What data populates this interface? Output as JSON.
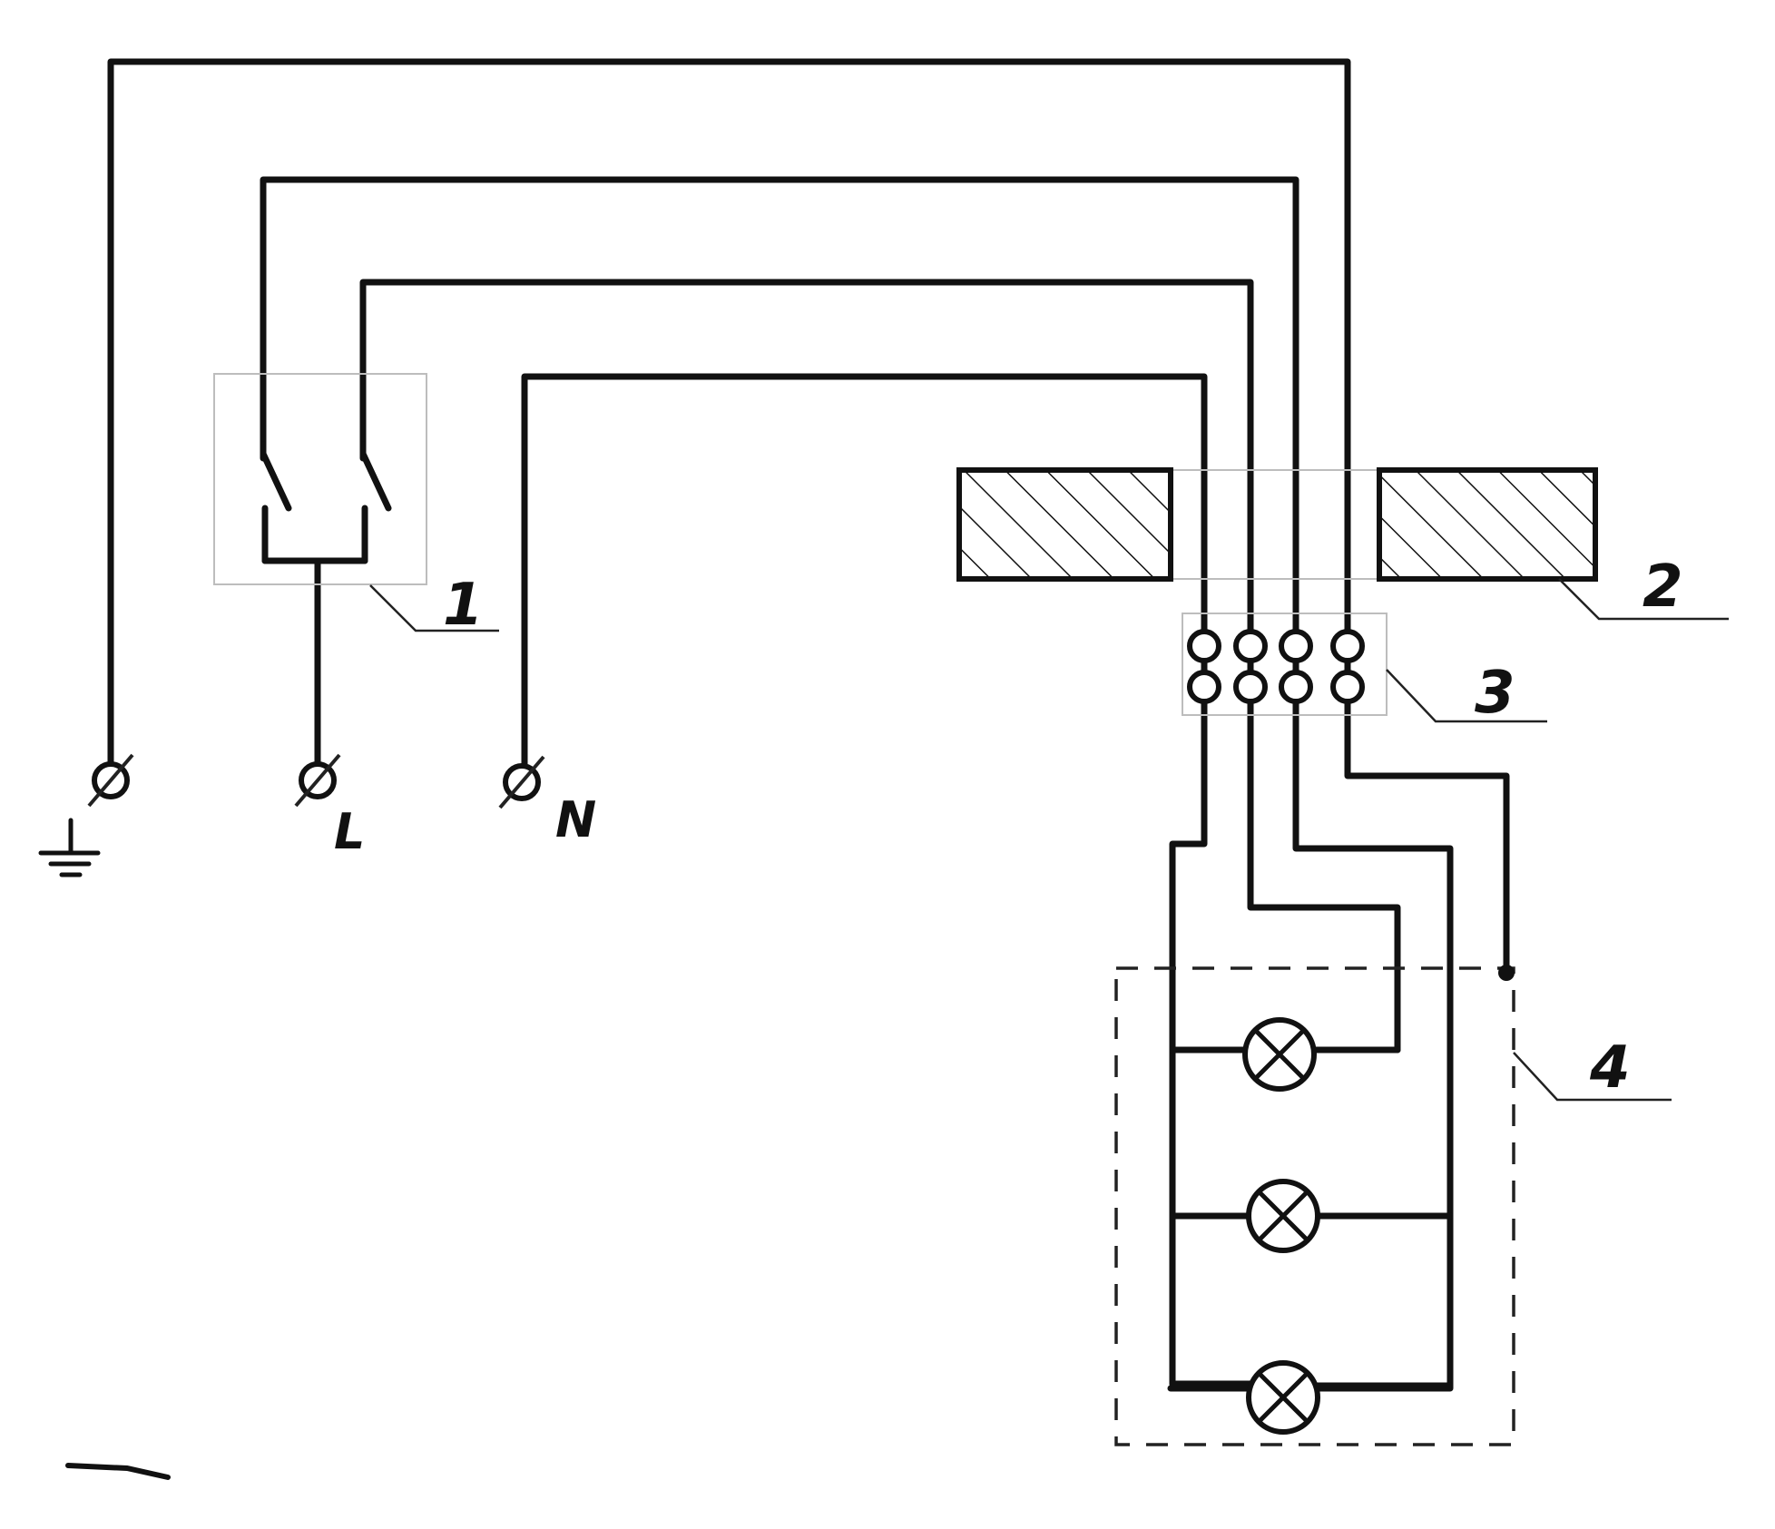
{
  "labels": {
    "callout_1": "1",
    "callout_2": "2",
    "callout_3": "3",
    "callout_4": "4",
    "terminal_l": "L",
    "terminal_n": "N"
  },
  "colors": {
    "ink": "#111111",
    "background": "#ffffff",
    "box_outline": "#bdbdbd"
  },
  "icons": {
    "earth_terminal": "earth-ground-icon",
    "lamp": "lamp-cross-icon",
    "terminal": "terminal-slash-circle-icon"
  }
}
